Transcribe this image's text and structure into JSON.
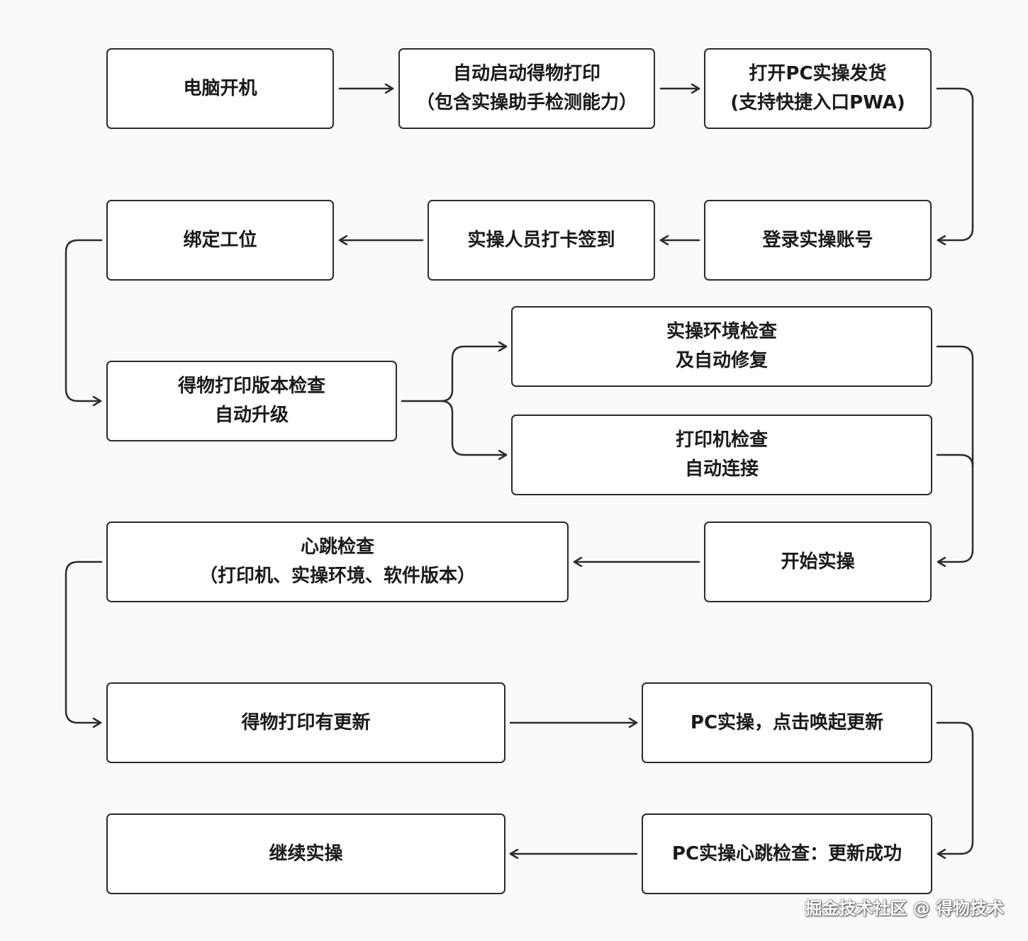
{
  "nodes": {
    "power_on": {
      "line1": "电脑开机"
    },
    "auto_start": {
      "line1": "自动启动得物打印",
      "line2": "（包含实操助手检测能力）"
    },
    "open_pc": {
      "line1": "打开PC实操发货",
      "line2": "(支持快捷入口PWA)"
    },
    "login": {
      "line1": "登录实操账号"
    },
    "clock_in": {
      "line1": "实操人员打卡签到"
    },
    "bind_station": {
      "line1": "绑定工位"
    },
    "version_check": {
      "line1": "得物打印版本检查",
      "line2": "自动升级"
    },
    "env_check": {
      "line1": "实操环境检查",
      "line2": "及自动修复"
    },
    "printer_check": {
      "line1": "打印机检查",
      "line2": "自动连接"
    },
    "start_op": {
      "line1": "开始实操"
    },
    "heartbeat": {
      "line1": "心跳检查",
      "line2": "（打印机、实操环境、软件版本）"
    },
    "has_update": {
      "line1": "得物打印有更新"
    },
    "pc_update": {
      "line1": "PC实操，点击唤起更新"
    },
    "update_success": {
      "line1": "PC实操心跳检查：更新成功"
    },
    "continue_op": {
      "line1": "继续实操"
    }
  },
  "edges": [
    {
      "from": "power_on",
      "to": "auto_start"
    },
    {
      "from": "auto_start",
      "to": "open_pc"
    },
    {
      "from": "open_pc",
      "to": "login"
    },
    {
      "from": "login",
      "to": "clock_in"
    },
    {
      "from": "clock_in",
      "to": "bind_station"
    },
    {
      "from": "bind_station",
      "to": "version_check"
    },
    {
      "from": "version_check",
      "to": "env_check"
    },
    {
      "from": "version_check",
      "to": "printer_check"
    },
    {
      "from": "env_check",
      "to": "start_op"
    },
    {
      "from": "printer_check",
      "to": "start_op"
    },
    {
      "from": "start_op",
      "to": "heartbeat"
    },
    {
      "from": "heartbeat",
      "to": "has_update"
    },
    {
      "from": "has_update",
      "to": "pc_update"
    },
    {
      "from": "pc_update",
      "to": "update_success"
    },
    {
      "from": "update_success",
      "to": "continue_op"
    }
  ],
  "watermark": "掘金技术社区 @ 得物技术",
  "colors": {
    "stroke": "#2b2b2b",
    "background": "#fafafa",
    "box": "#ffffff"
  }
}
